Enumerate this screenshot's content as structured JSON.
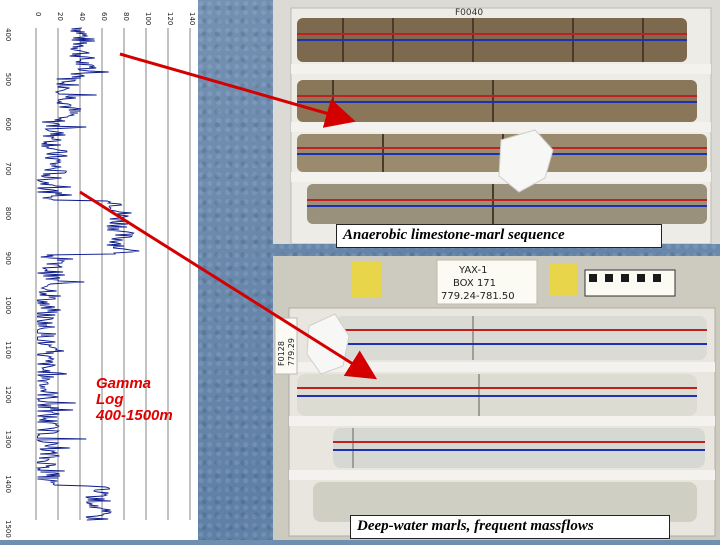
{
  "gamma_log": {
    "label_lines": [
      "Gamma",
      "Log",
      "400-1500m"
    ],
    "x_ticks": [
      "0",
      "20",
      "40",
      "60",
      "80",
      "100",
      "120",
      "140"
    ],
    "depth_ticks": [
      "400",
      "500",
      "600",
      "700",
      "800",
      "900",
      "1000",
      "1100",
      "1200",
      "1300",
      "1400",
      "1500"
    ]
  },
  "photo_top": {
    "box_label": "F0040",
    "caption": "Anaerobic  limestone-marl sequence"
  },
  "photo_bottom": {
    "card_lines": [
      "YAX-1",
      "BOX 171",
      "779.24-781.50"
    ],
    "side_tag": [
      "F0128",
      "779.29"
    ],
    "caption": "Deep-water marls, frequent massflows"
  },
  "colors": {
    "log_trace": "#0a1a8c",
    "arrow": "#d40000",
    "label": "#e00000"
  }
}
